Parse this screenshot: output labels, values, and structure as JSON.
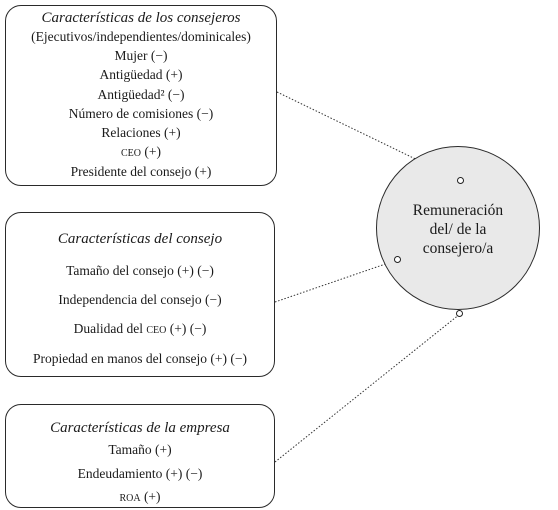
{
  "boxes": {
    "consejeros": {
      "title": "Características de los consejeros",
      "items": [
        "(Ejecutivos/independientes/dominicales)",
        "Mujer (−)",
        "Antigüedad (+)",
        "Antigüedad² (−)",
        "Número de comisiones (−)",
        "Relaciones (+)"
      ],
      "ceo_prefix": "CEO",
      "ceo_suffix": " (+)",
      "last_item": "Presidente del consejo (+)"
    },
    "consejo": {
      "title": "Características del consejo",
      "items": [
        "Tamaño del consejo (+) (−)",
        "Independencia del consejo (−)"
      ],
      "dualidad_prefix": "Dualidad del ",
      "dualidad_ceo": "CEO",
      "dualidad_suffix": " (+) (−)",
      "last_item": "Propiedad en manos del consejo (+) (−)"
    },
    "empresa": {
      "title": "Características de la empresa",
      "items": [
        "Tamaño (+)",
        "Endeudamiento (+) (−)"
      ],
      "roa_prefix": "ROA",
      "roa_suffix": " (+)"
    }
  },
  "outcome": {
    "lines": [
      "Remuneración",
      "del/ de la",
      "consejero/a"
    ]
  },
  "colors": {
    "circle_fill": "#e9e9e9",
    "stroke": "#2a2a2a"
  }
}
